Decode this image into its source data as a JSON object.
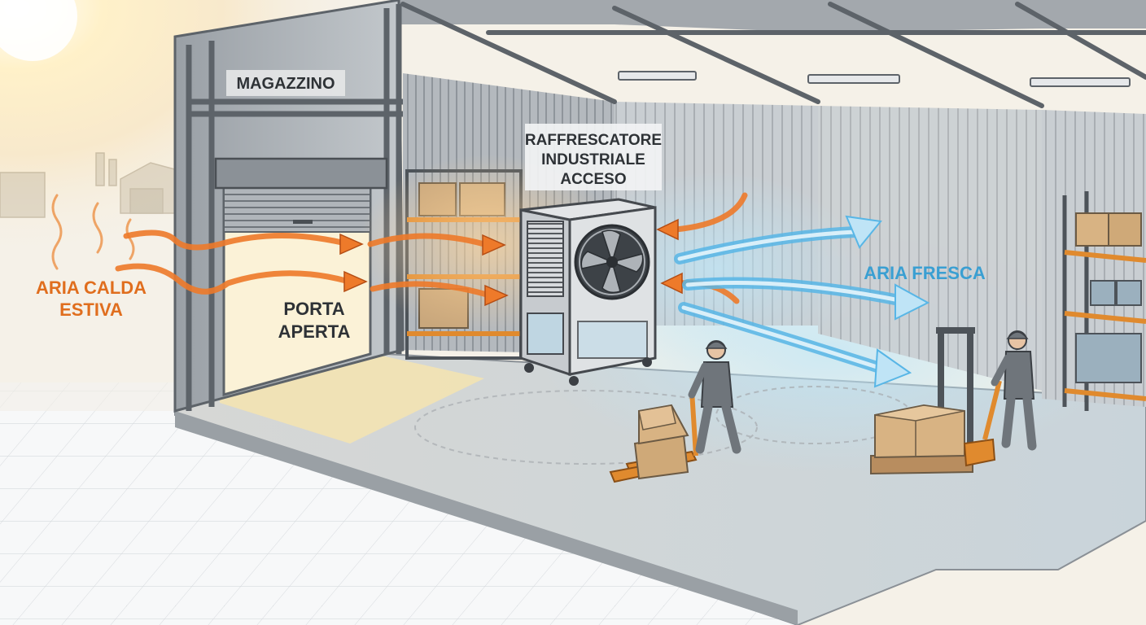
{
  "labels": {
    "warehouse": "MAGAZZINO",
    "cooler": [
      "RAFFRESCATORE",
      "INDUSTRIALE",
      "ACCESO"
    ],
    "hot_air": [
      "ARIA CALDA",
      "ESTIVA"
    ],
    "door": [
      "PORTA",
      "APERTA"
    ],
    "cool_air": "ARIA FRESCA"
  },
  "colors": {
    "hot_air": "#ee7a2a",
    "cool_air": "#58b6e6",
    "steel": "#8e949b",
    "floor": "#cfd3d6",
    "box": "#d8b383",
    "pallet_jack": "#e08a2e"
  }
}
